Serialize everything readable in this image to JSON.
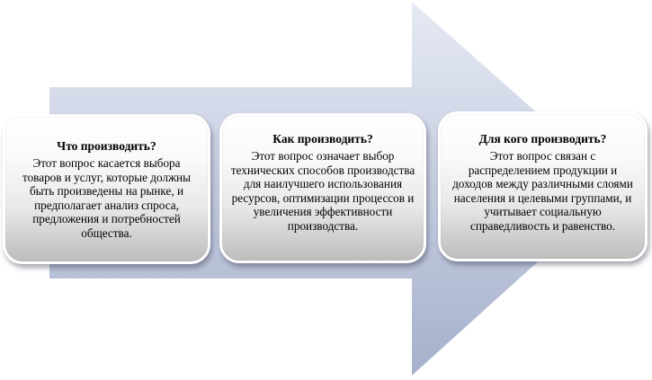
{
  "colors": {
    "arrow_light": "#e6eaf4",
    "arrow_dark": "#a5b0cc",
    "card_top": "#ffffff",
    "card_bottom": "#bdbdbd"
  },
  "steps": [
    {
      "title": "Что производить?",
      "text": "Этот вопрос касается выбора товаров и услуг, которые должны быть произведены на рынке, и предполагает анализ спроса, предложения и потребностей общества."
    },
    {
      "title": "Как производить?",
      "text": "Этот вопрос означает выбор технических способов производства для наилучшего использования ресурсов, оптимизации процессов и увеличения эффективности производства."
    },
    {
      "title": "Для кого производить?",
      "text": "Этот вопрос связан с распределением продукции и доходов между различными слоями населения и целевыми группами, и учитывает социальную справедливость и равенство."
    }
  ]
}
